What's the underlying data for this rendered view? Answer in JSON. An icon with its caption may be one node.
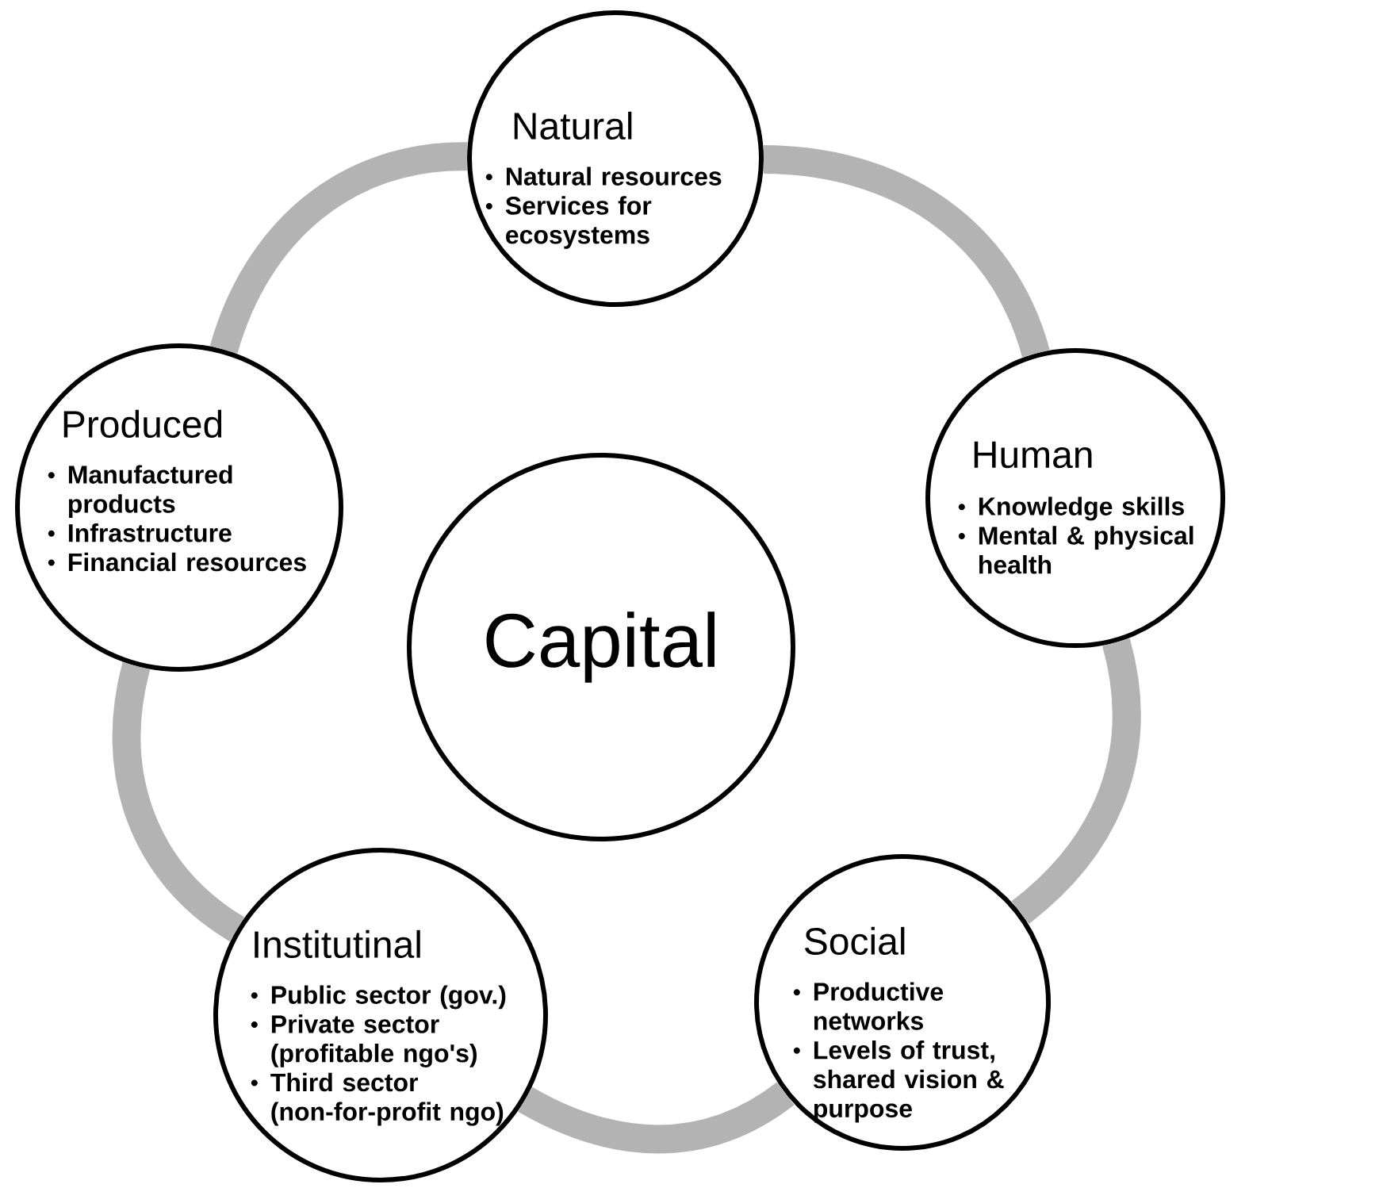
{
  "diagram": {
    "nodes": [
      {
        "text": [
          "Natural",
          "Natural resources",
          "Services for ecosystems"
        ]
      },
      {
        "text": [
          "Produced",
          "Manufactured products",
          "Infrastructure",
          "Financial resources"
        ]
      },
      {
        "text": [
          "Capital"
        ]
      },
      {
        "text": [
          "Human",
          "Knowledge skills",
          "Mental & physical health"
        ]
      },
      {
        "text": [
          "Institutinal",
          "Public sector (gov.)",
          "Private sector (profitable ngo's)",
          "Third sector (non-for-profit ngo)"
        ]
      },
      {
        "text": [
          "Social",
          "Productive networks",
          "Levels of trust, shared vision & purpose"
        ]
      }
    ],
    "edges": [
      {
        "from": 0,
        "to": 3,
        "arrow": "none"
      },
      {
        "from": 3,
        "to": 5,
        "arrow": "none"
      },
      {
        "from": 5,
        "to": 4,
        "arrow": "none"
      },
      {
        "from": 4,
        "to": 1,
        "arrow": "none"
      },
      {
        "from": 1,
        "to": 0,
        "arrow": "none"
      }
    ]
  }
}
